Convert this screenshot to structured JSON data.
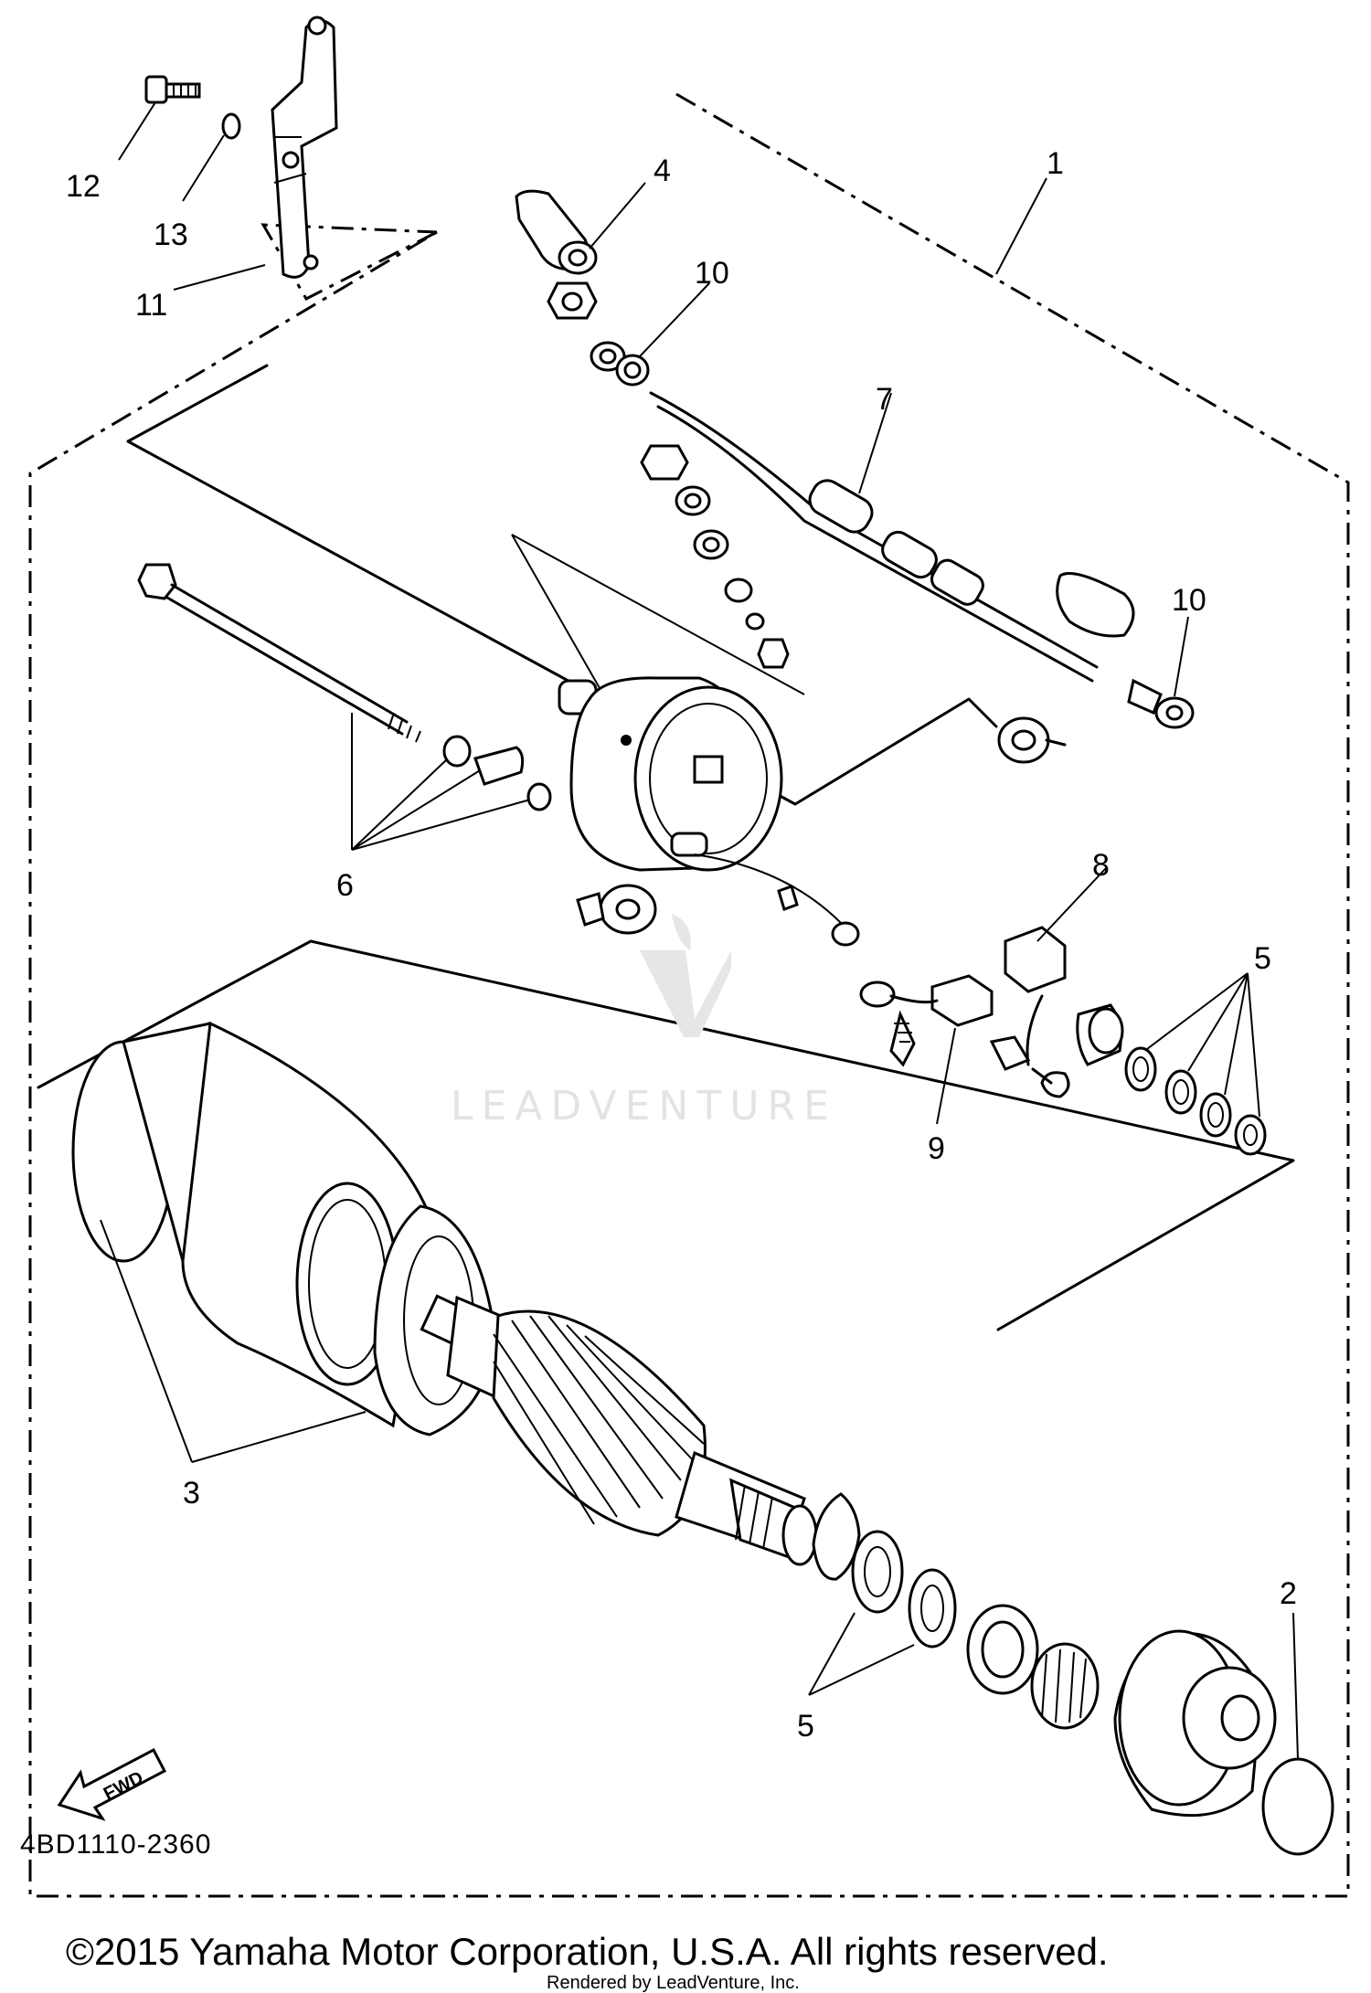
{
  "diagram": {
    "part_code": "4BD1110-2360",
    "direction_label": "FWD",
    "watermark": "LEADVENTURE",
    "copyright": "©2015 Yamaha Motor Corporation, U.S.A. All rights reserved.",
    "rendered_by": "Rendered by LeadVenture, Inc.",
    "callouts": {
      "c1": "1",
      "c2": "2",
      "c3": "3",
      "c4": "4",
      "c5a": "5",
      "c5b": "5",
      "c6": "6",
      "c7": "7",
      "c8": "8",
      "c9": "9",
      "c10a": "10",
      "c10b": "10",
      "c11": "11",
      "c12": "12",
      "c13": "13"
    }
  }
}
